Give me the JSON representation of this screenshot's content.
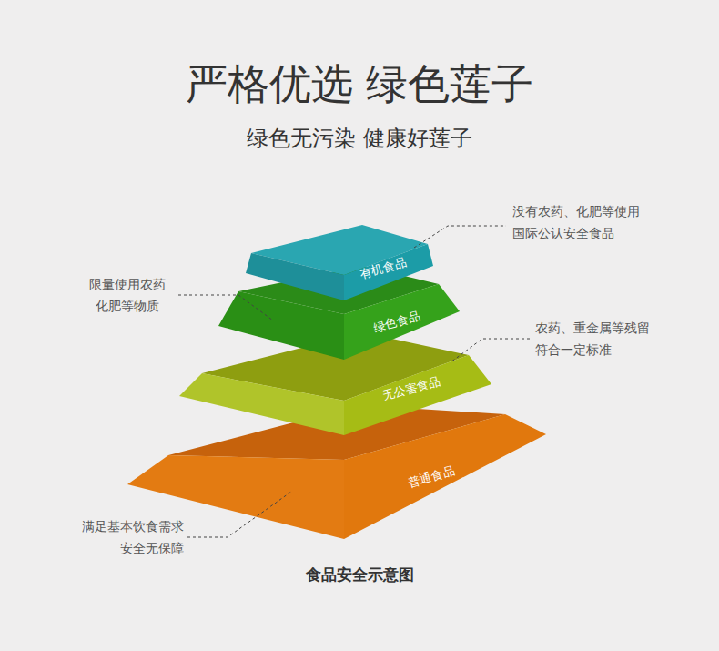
{
  "diagram": {
    "title": "严格优选 绿色莲子",
    "caption": "食品安全示意图",
    "nodes": [
      {
        "text": [
          "有机食品"
        ]
      },
      {
        "text": [
          "绿色食品"
        ]
      },
      {
        "text": [
          "无公害食品"
        ]
      },
      {
        "text": [
          "普通食品"
        ]
      }
    ],
    "labels": [
      "绿色无污染 健康好莲子",
      "没有农药、化肥等使用 国际公认安全食品",
      "限量使用农药 化肥等物质",
      "农药、重金属等残留 符合一定标准",
      "满足基本饮食需求 安全无保障"
    ]
  }
}
